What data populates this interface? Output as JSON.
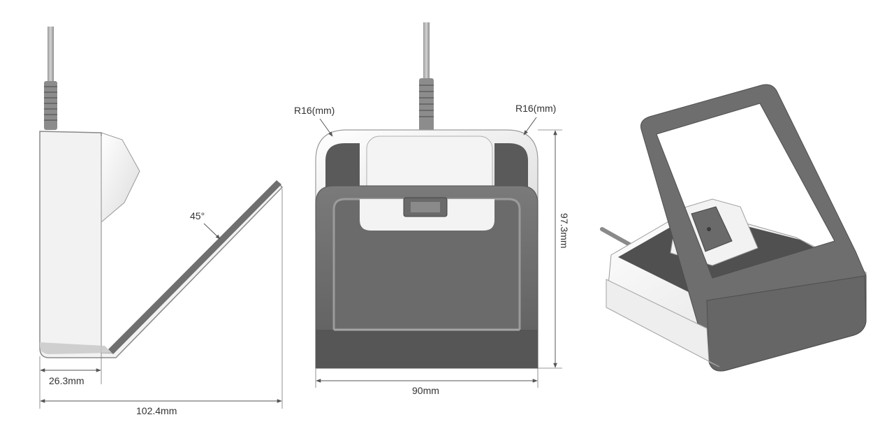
{
  "side_view": {
    "angle_label": "45°",
    "base_depth_label": "26.3mm",
    "total_depth_label": "102.4mm"
  },
  "front_view": {
    "radius_left_label": "R16(mm)",
    "radius_right_label": "R16(mm)",
    "height_label": "97.3mm",
    "width_label": "90mm"
  },
  "colors": {
    "body_grey": "#6b6b6b",
    "dark_grey": "#4f4f4f",
    "light_grey": "#e8e8e8",
    "outline": "#8a8a8a",
    "white": "#f7f7f7"
  }
}
